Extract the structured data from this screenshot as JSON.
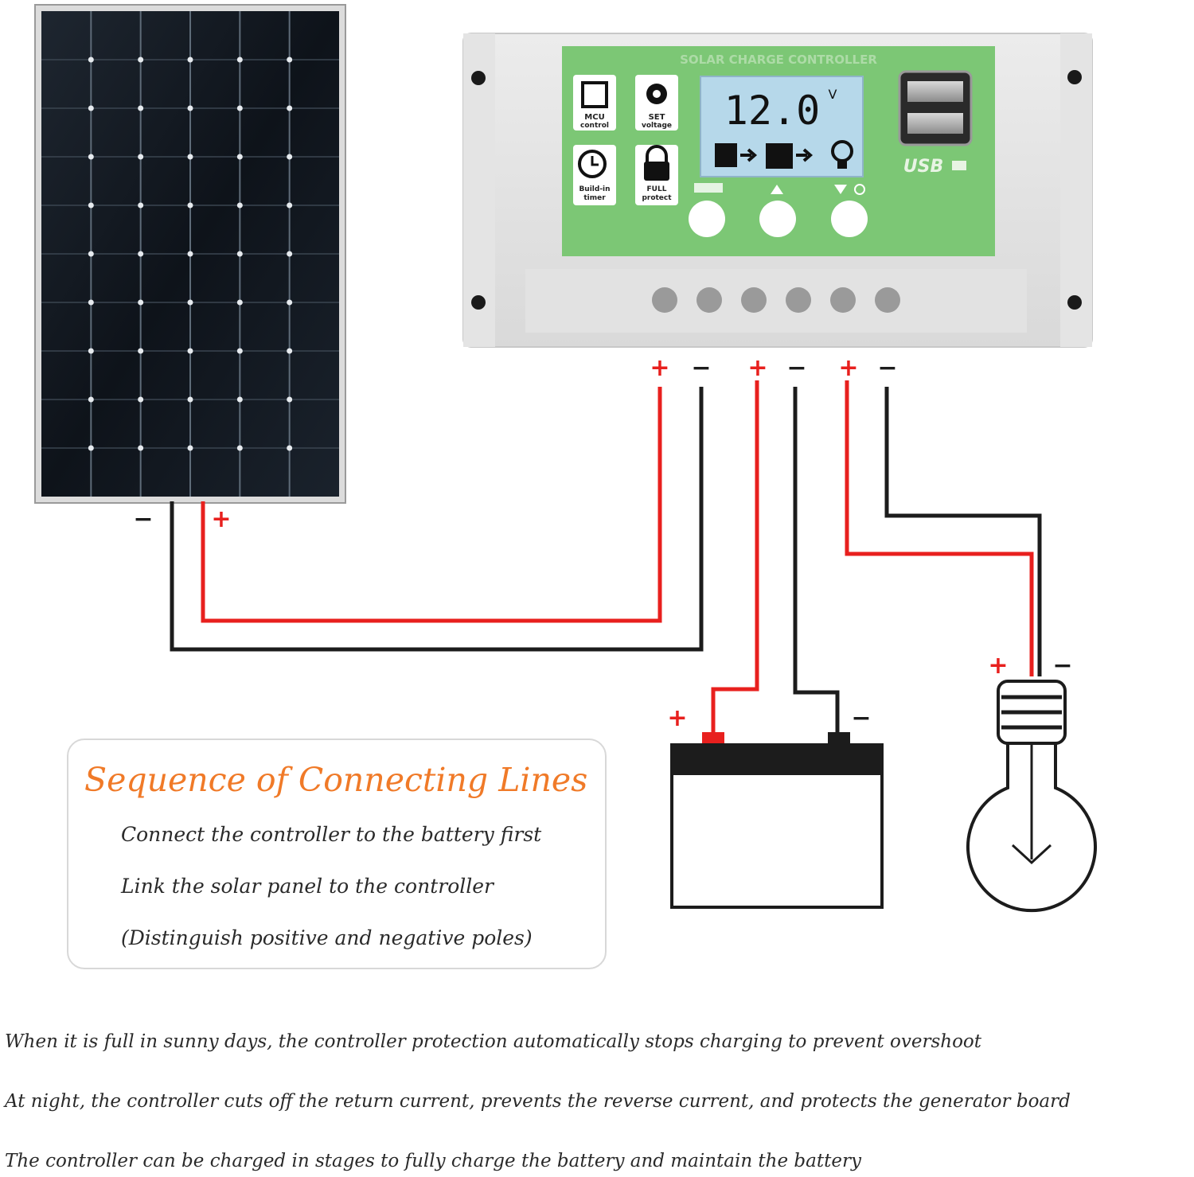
{
  "controller": {
    "header_text": "SOLAR CHARGE CONTROLLER",
    "display_value": "12.0",
    "display_unit": "V",
    "features": [
      {
        "icon": "chip-icon",
        "line1": "MCU",
        "line2": "control"
      },
      {
        "icon": "gear-icon",
        "line1": "SET",
        "line2": "voltage"
      },
      {
        "icon": "clock-icon",
        "line1": "Build-in",
        "line2": "timer"
      },
      {
        "icon": "lock-icon",
        "line1": "FULL",
        "line2": "protect"
      }
    ],
    "usb_label": "USB",
    "terminal_signs": [
      "+",
      "−",
      "+",
      "−",
      "+",
      "−"
    ]
  },
  "solar_panel": {
    "neg_sign": "−",
    "pos_sign": "+"
  },
  "battery": {
    "pos_sign": "+",
    "neg_sign": "−"
  },
  "bulb": {
    "pos_sign": "+",
    "neg_sign": "−"
  },
  "card": {
    "title": "Sequence of Connecting Lines",
    "lines": [
      "Connect the controller to the battery first",
      "Link the solar panel to the controller",
      "(Distinguish positive and negative poles)"
    ]
  },
  "notes": [
    "When it is full in sunny days, the controller protection automatically stops charging to prevent overshoot",
    "At night, the controller cuts off the return current, prevents the reverse current, and protects the generator board",
    "The controller can be charged in stages to fully charge the battery and maintain the battery"
  ],
  "colors": {
    "positive_wire": "#e8201e",
    "negative_wire": "#1c1c1c",
    "controller_panel": "#7cc775",
    "lcd": "#b6d8ea",
    "title_orange": "#f07a28"
  }
}
